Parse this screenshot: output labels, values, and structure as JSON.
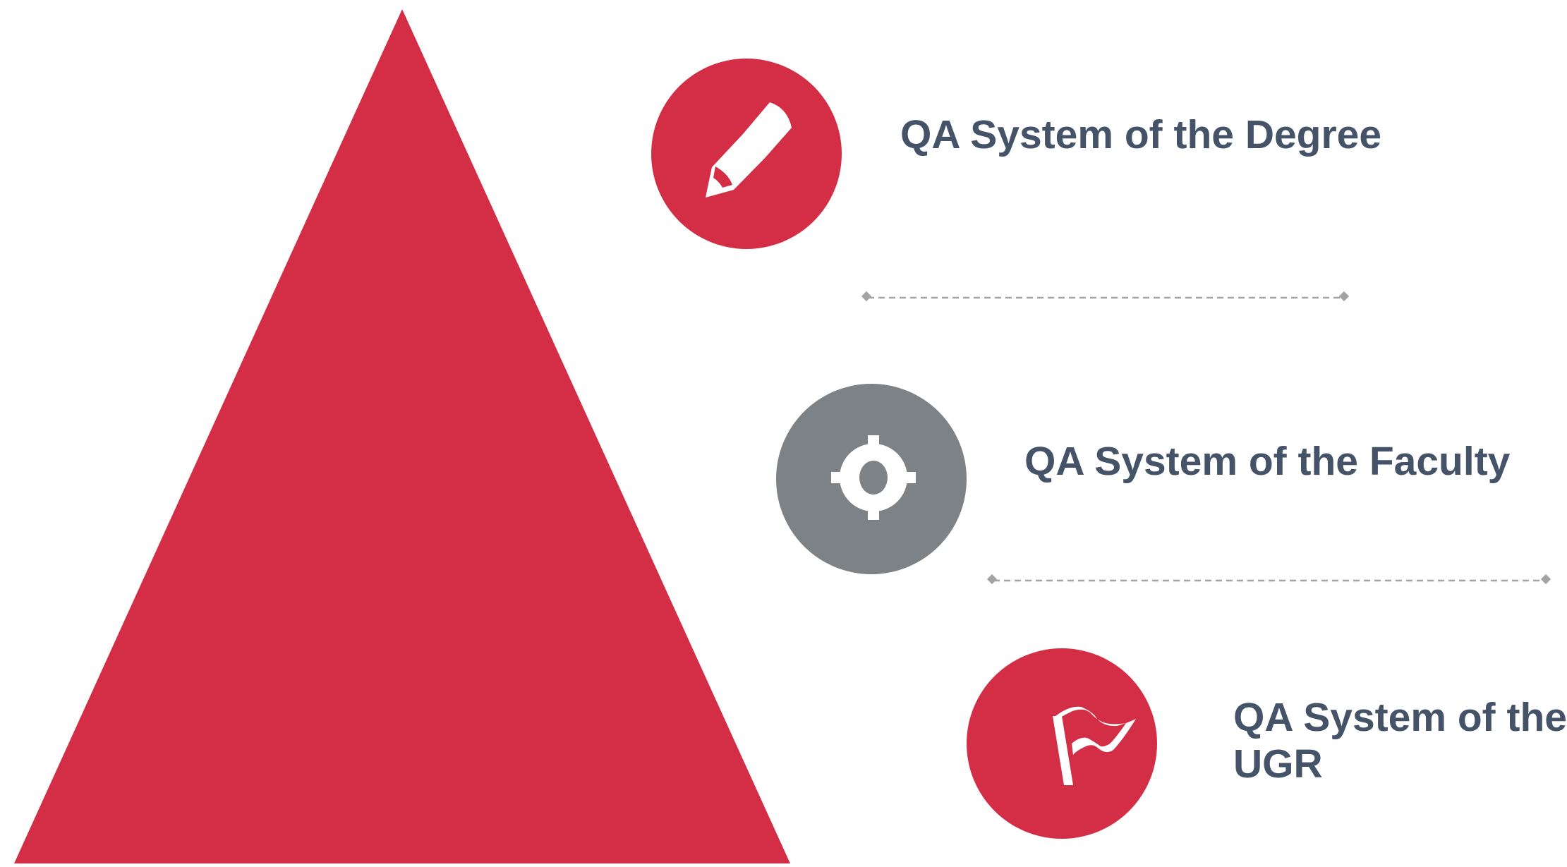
{
  "colors": {
    "accent": "#d32e45",
    "neutral": "#7d8286",
    "text": "#455368",
    "icon": "#ffffff",
    "connector": "#a3a3a3"
  },
  "levels": [
    {
      "label": "QA System of the Degree",
      "icon": "pencil-icon",
      "color": "accent"
    },
    {
      "label": "QA System of the Faculty",
      "icon": "gear-icon",
      "color": "neutral"
    },
    {
      "label_lines": [
        "QA System of the",
        "UGR"
      ],
      "icon": "flag-icon",
      "color": "accent"
    }
  ]
}
